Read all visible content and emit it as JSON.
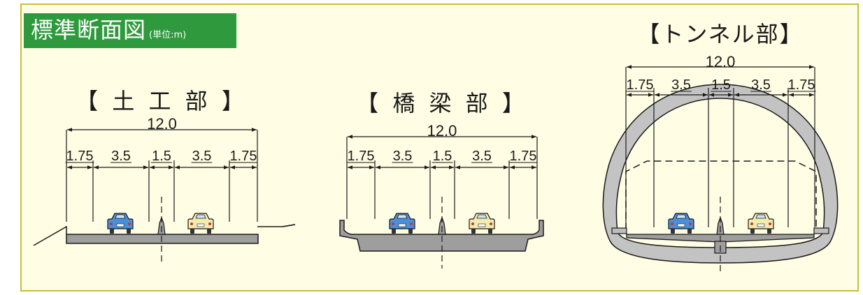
{
  "title": {
    "main": "標準断面図",
    "unit": "(単位:m)",
    "bg_color": "#2e9a3d"
  },
  "colors": {
    "panel_bg": "#fffde3",
    "panel_border": "#c7be3a",
    "road_fill": "#9e9e9e",
    "car_blue": "#4a8fd8",
    "car_yellow": "#f2ecb0"
  },
  "sections": [
    {
      "id": "earthwork",
      "label": "【 土 工 部 】",
      "total_width": "12.0",
      "lanes": [
        "1.75",
        "3.5",
        "1.5",
        "3.5",
        "1.75"
      ]
    },
    {
      "id": "bridge",
      "label": "【 橋 梁 部 】",
      "total_width": "12.0",
      "lanes": [
        "1.75",
        "3.5",
        "1.5",
        "3.5",
        "1.75"
      ]
    },
    {
      "id": "tunnel",
      "label": "【トンネル部】",
      "total_width": "12.0",
      "lanes": [
        "1.75",
        "3.5",
        "1.5",
        "3.5",
        "1.75"
      ]
    }
  ]
}
